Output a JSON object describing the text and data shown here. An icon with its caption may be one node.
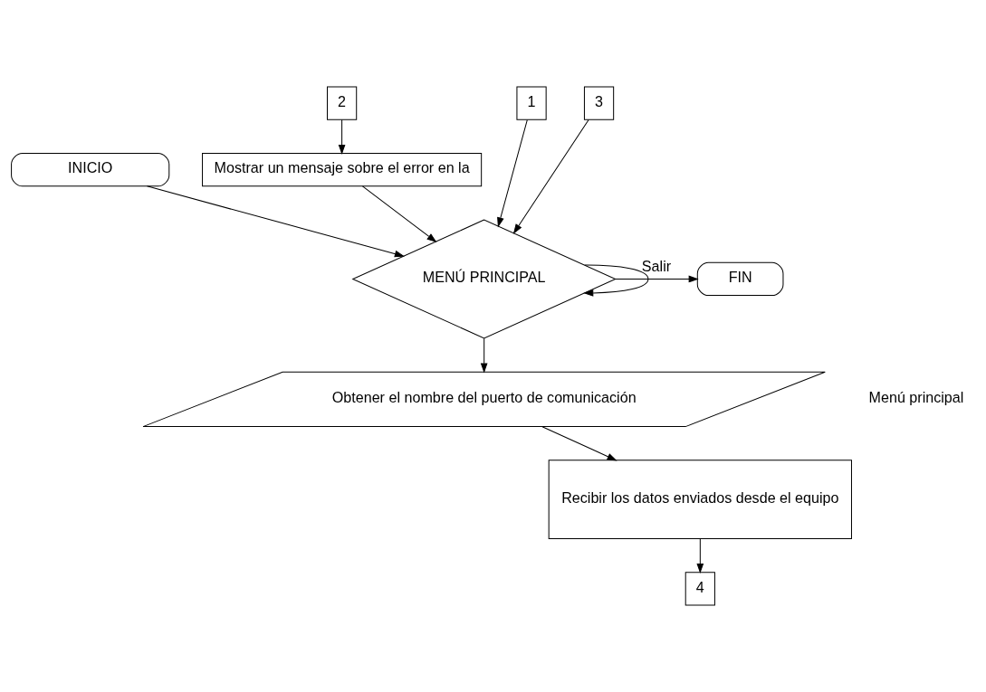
{
  "diagram": {
    "nodes": [
      {
        "text": [
          "INICIO"
        ]
      },
      {
        "text": [
          "MENÚ PRINCIPAL"
        ]
      },
      {
        "text": [
          "FIN"
        ]
      },
      {
        "text": [
          "Obtener el nombre del puerto de comunicación"
        ]
      },
      {
        "text": [
          "Mostrar un mensaje sobre el error en la"
        ]
      },
      {
        "text": [
          "Recibir los datos enviados desde el equipo"
        ]
      },
      {
        "text": [
          "1"
        ]
      },
      {
        "text": [
          "2"
        ]
      },
      {
        "text": [
          "3"
        ]
      },
      {
        "text": [
          "4"
        ]
      }
    ],
    "edges": [
      {
        "from": 0,
        "to": 1,
        "arrow": "to"
      },
      {
        "from": 1,
        "to": 2,
        "arrow": "to",
        "label": "Salir"
      },
      {
        "from": 1,
        "to": 1,
        "arrow": "to"
      },
      {
        "from": 1,
        "to": 3,
        "arrow": "to"
      },
      {
        "from": 3,
        "to": 5,
        "arrow": "to"
      },
      {
        "from": 6,
        "to": 1,
        "arrow": "to"
      },
      {
        "from": 7,
        "to": 4,
        "arrow": "to"
      },
      {
        "from": 4,
        "to": 1,
        "arrow": "to"
      },
      {
        "from": 8,
        "to": 1,
        "arrow": "to"
      },
      {
        "from": 5,
        "to": 9,
        "arrow": "to"
      }
    ],
    "labels": [
      "Menú principal"
    ]
  }
}
